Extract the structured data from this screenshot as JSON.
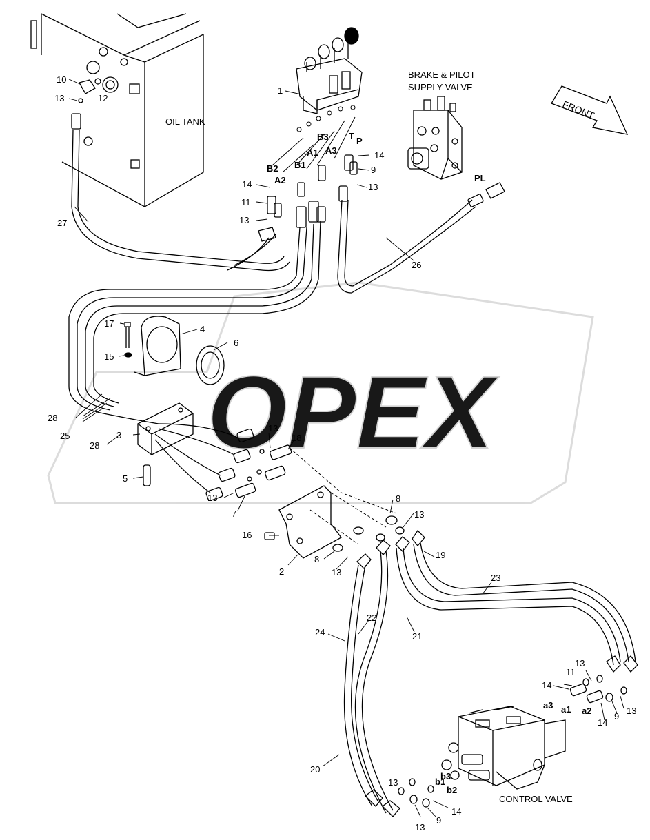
{
  "labels": {
    "oil_tank": "OIL TANK",
    "brake_pilot_line1": "BRAKE & PILOT",
    "brake_pilot_line2": "SUPPLY VALVE",
    "front": "FRONT",
    "control_valve": "CONTROL VALVE",
    "watermark": "OPEX"
  },
  "ports": {
    "B2": "B2",
    "A2": "A2",
    "B1": "B1",
    "A1": "A1",
    "B3": "B3",
    "A3": "A3",
    "T": "T",
    "P": "P",
    "PL": "PL",
    "a1": "a1",
    "a2": "a2",
    "a3": "a3",
    "b1": "b1",
    "b2": "b2",
    "b3": "b3"
  },
  "callouts": {
    "c1": "1",
    "c2": "2",
    "c3": "3",
    "c4": "4",
    "c5": "5",
    "c6": "6",
    "c7": "7",
    "c8a": "8",
    "c8b": "8",
    "c9a": "9",
    "c9b": "9",
    "c9c": "9",
    "c10": "10",
    "c11a": "11",
    "c11b": "11",
    "c12": "12",
    "c13a": "13",
    "c13b": "13",
    "c13c": "13",
    "c13d": "13",
    "c13e": "13",
    "c13f": "13",
    "c13g": "13",
    "c13h": "13",
    "c13i": "13",
    "c13j": "13",
    "c13k": "13",
    "c14a": "14",
    "c14b": "14",
    "c14c": "14",
    "c14d": "14",
    "c14e": "14",
    "c15": "15",
    "c16": "16",
    "c17": "17",
    "c18": "18",
    "c19": "19",
    "c20": "20",
    "c21": "21",
    "c22": "22",
    "c23": "23",
    "c24": "24",
    "c25": "25",
    "c26": "26",
    "c27": "27",
    "c28a": "28",
    "c28b": "28"
  }
}
